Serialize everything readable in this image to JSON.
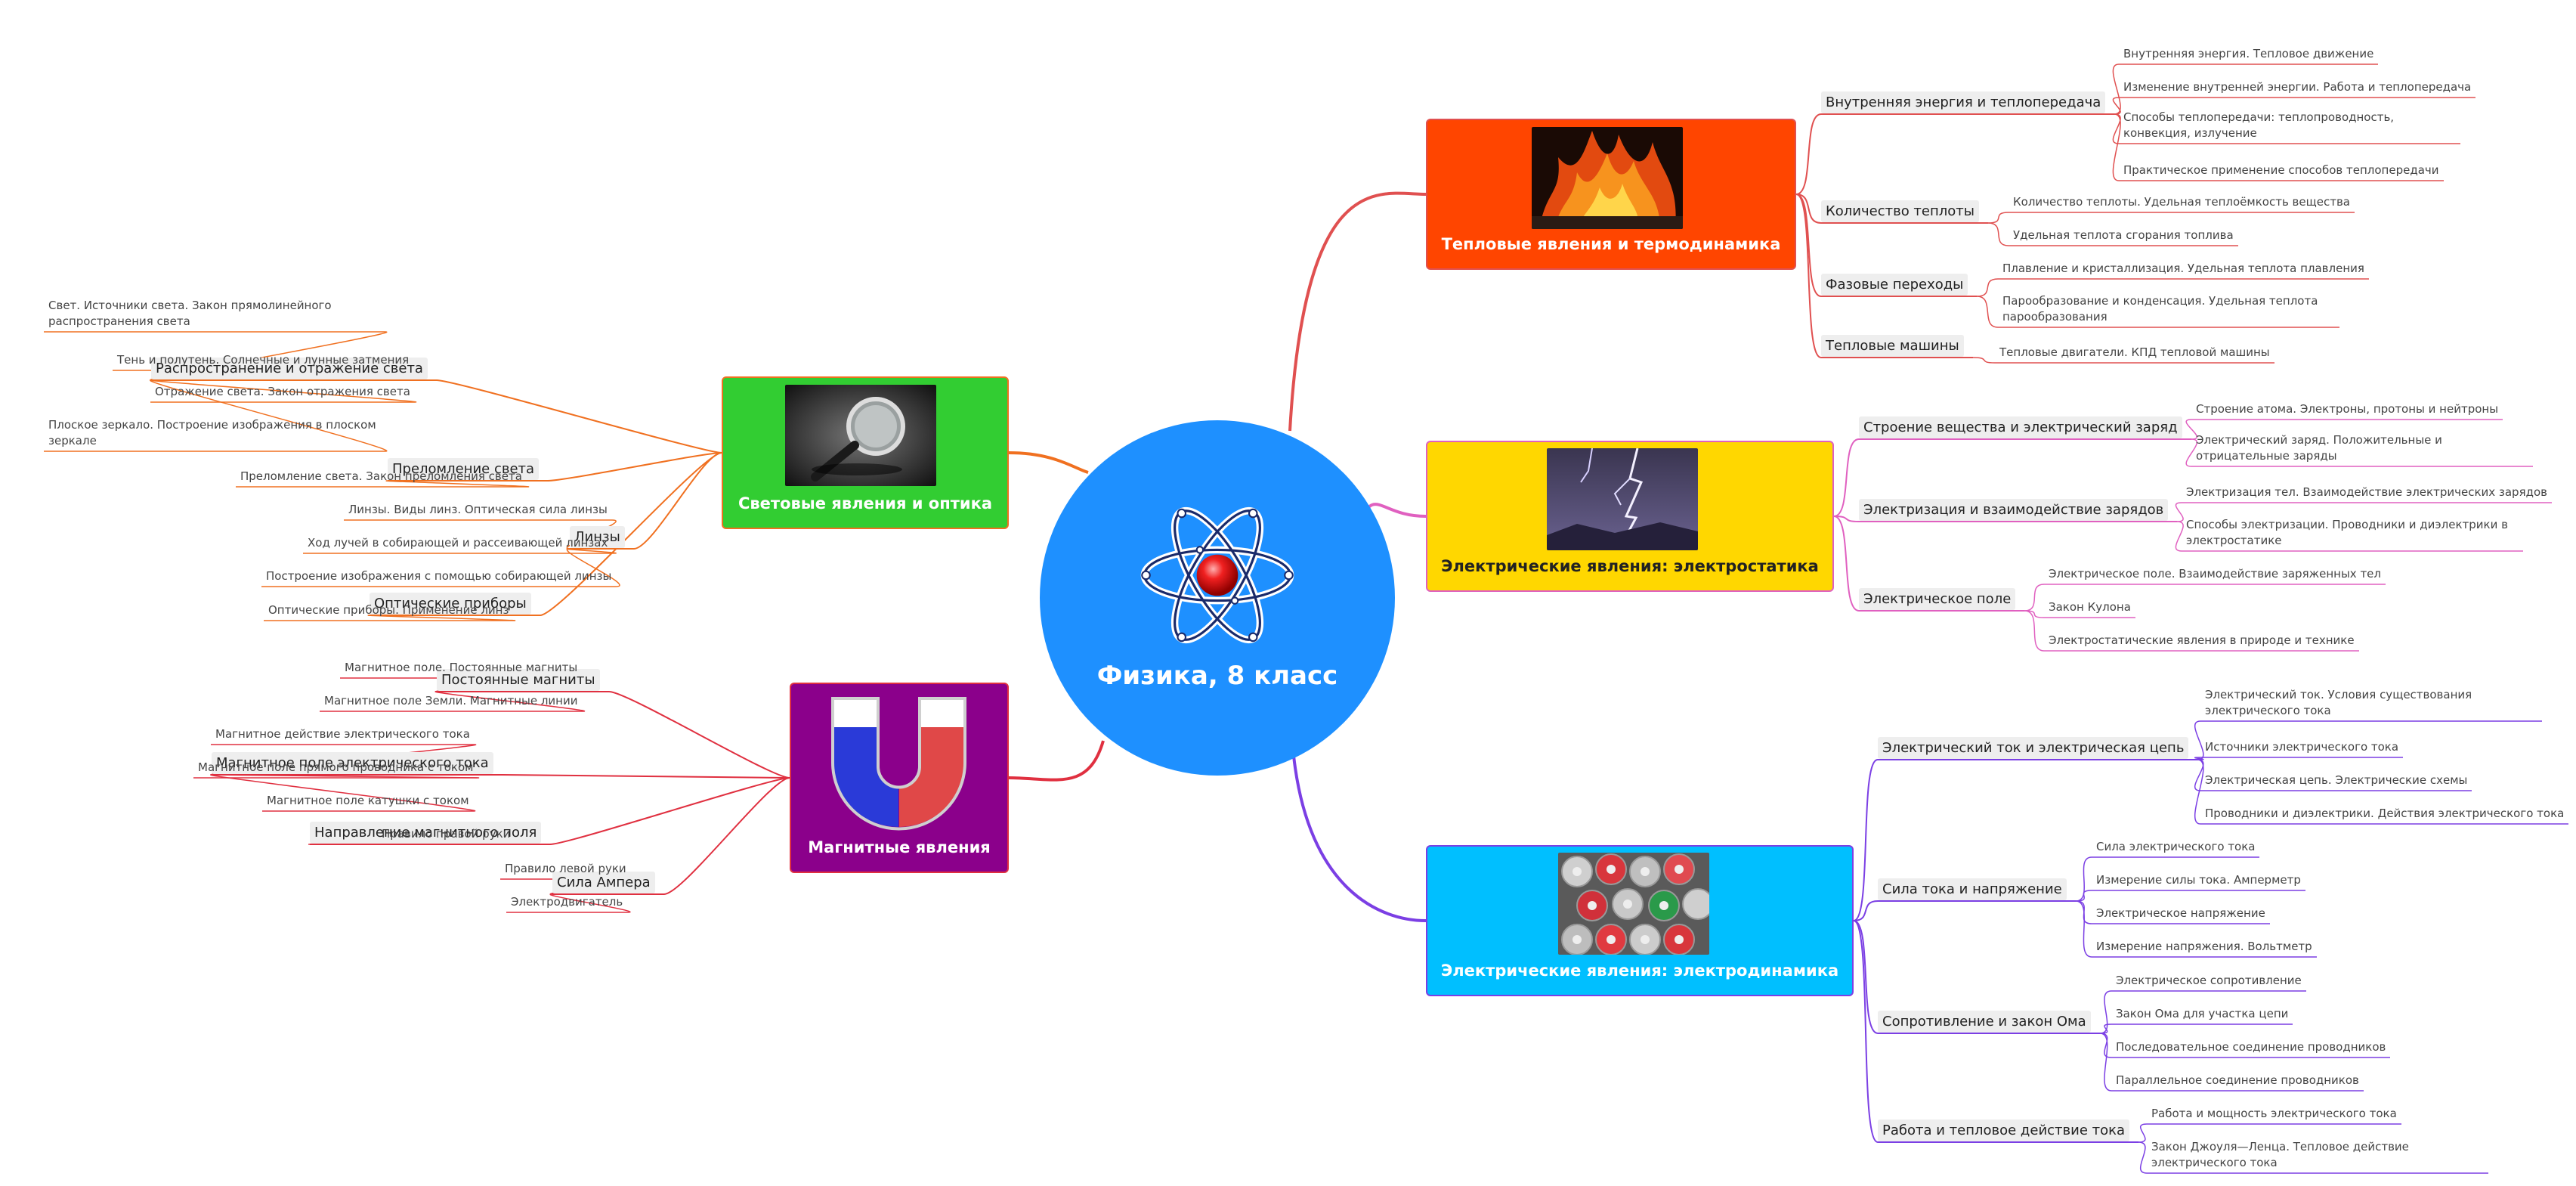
{
  "root": {
    "title": "Физика, 8 класс",
    "icon": "atom-icon",
    "color": "#1e90ff"
  },
  "branches": [
    {
      "key": "thermal",
      "title": "Тепловые явления и термодинамика",
      "color": "#ff4500",
      "line": "#e05050",
      "image": "fire-image",
      "subs": [
        {
          "label": "Внутренняя энергия и теплопередача",
          "leaves": [
            "Внутренняя энергия. Тепловое движение",
            "Изменение внутренней энергии. Работа и теплопередача",
            "Способы теплопередачи: теплопроводность, конвекция, излучение",
            "Практическое применение способов теплопередачи"
          ]
        },
        {
          "label": "Количество теплоты",
          "leaves": [
            "Количество теплоты. Удельная теплоёмкость вещества",
            "Удельная теплота сгорания топлива"
          ]
        },
        {
          "label": "Фазовые переходы",
          "leaves": [
            "Плавление и кристаллизация. Удельная теплота плавления",
            "Парообразование и конденсация. Удельная теплота парообразования"
          ]
        },
        {
          "label": "Тепловые машины",
          "leaves": [
            "Тепловые двигатели. КПД тепловой машины"
          ]
        }
      ]
    },
    {
      "key": "electrostatics",
      "title": "Электрические явления: электростатика",
      "color": "#ffd700",
      "line": "#e060c0",
      "image": "lightning-image",
      "subs": [
        {
          "label": "Строение вещества и электрический заряд",
          "leaves": [
            "Строение атома. Электроны, протоны и нейтроны",
            "Электрический заряд. Положительные и отрицательные заряды"
          ]
        },
        {
          "label": "Электризация и взаимодействие зарядов",
          "leaves": [
            "Электризация тел. Взаимодействие электрических зарядов",
            "Способы электризации. Проводники и диэлектрики в электростатике"
          ]
        },
        {
          "label": "Электрическое поле",
          "leaves": [
            "Электрическое поле. Взаимодействие заряженных тел",
            "Закон Кулона",
            "Электростатические явления в природе и технике"
          ]
        }
      ]
    },
    {
      "key": "electrodynamics",
      "title": "Электрические явления: электродинамика",
      "color": "#00bfff",
      "line": "#7b3fe4",
      "image": "batteries-image",
      "subs": [
        {
          "label": "Электрический ток и электрическая цепь",
          "leaves": [
            "Электрический ток. Условия существования электрического тока",
            "Источники электрического тока",
            "Электрическая цепь. Электрические схемы",
            "Проводники и диэлектрики. Действия электрического тока"
          ]
        },
        {
          "label": "Сила тока и напряжение",
          "leaves": [
            "Сила электрического тока",
            "Измерение силы тока. Амперметр",
            "Электрическое напряжение",
            "Измерение напряжения. Вольтметр"
          ]
        },
        {
          "label": "Сопротивление и закон Ома",
          "leaves": [
            "Электрическое сопротивление",
            "Закон Ома для участка цепи",
            "Последовательное соединение проводников",
            "Параллельное соединение проводников"
          ]
        },
        {
          "label": "Работа и тепловое действие тока",
          "leaves": [
            "Работа и мощность электрического тока",
            "Закон Джоуля—Ленца. Тепловое действие электрического тока"
          ]
        }
      ]
    },
    {
      "key": "optics",
      "title": "Световые явления и оптика",
      "color": "#32cd32",
      "line": "#f07020",
      "image": "magnifier-image",
      "subs": [
        {
          "label": "Распространение и отражение света",
          "leaves": [
            "Свет. Источники света. Закон прямолинейного распространения света",
            "Тень и полутень. Солнечные и лунные затмения",
            "Отражение света. Закон отражения света",
            "Плоское зеркало. Построение изображения в плоском зеркале"
          ]
        },
        {
          "label": "Преломление света",
          "leaves": [
            "Преломление света. Закон преломления света"
          ]
        },
        {
          "label": "Линзы",
          "leaves": [
            "Линзы. Виды линз. Оптическая сила линзы",
            "Ход лучей в собирающей и рассеивающей линзах",
            "Построение изображения с помощью собирающей линзы"
          ]
        },
        {
          "label": "Оптические приборы",
          "leaves": [
            "Оптические приборы. Применение линз"
          ]
        }
      ]
    },
    {
      "key": "magnetism",
      "title": "Магнитные явления",
      "color": "#8b008b",
      "line": "#e03040",
      "image": "magnet-image",
      "subs": [
        {
          "label": "Постоянные магниты",
          "leaves": [
            "Магнитное поле. Постоянные магниты",
            "Магнитное поле Земли. Магнитные линии"
          ]
        },
        {
          "label": "Магнитное поле электрического тока",
          "leaves": [
            "Магнитное действие электрического тока",
            "Магнитное поле прямого проводника с током",
            "Магнитное поле катушки с током"
          ]
        },
        {
          "label": "Направление магнитного поля",
          "leaves": [
            "Правило правой руки"
          ]
        },
        {
          "label": "Сила Ампера",
          "leaves": [
            "Правило левой руки",
            "Электродвигатель"
          ]
        }
      ]
    }
  ]
}
